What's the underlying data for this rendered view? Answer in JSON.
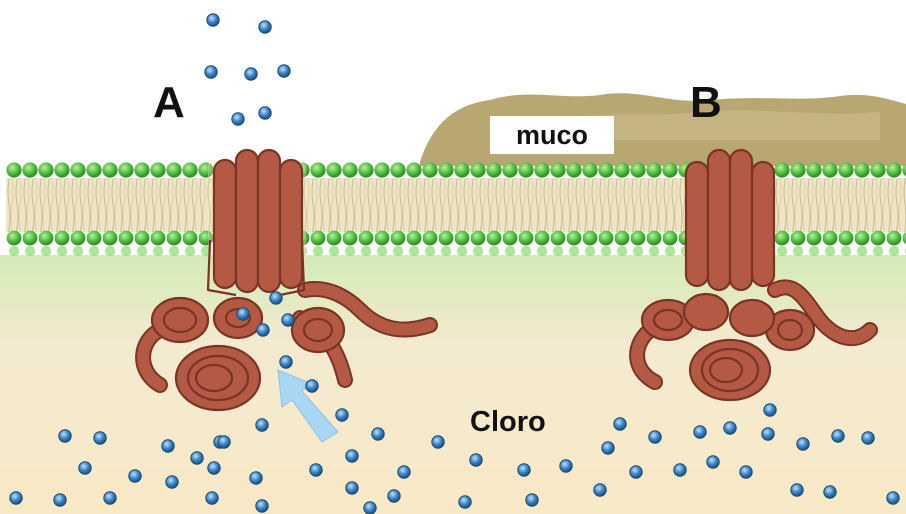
{
  "labels": {
    "channel_a": "A",
    "channel_b": "B",
    "mucus": "muco",
    "chloride": "Cloro"
  },
  "colors": {
    "membrane_head": "#4cbc3c",
    "membrane_head_light": "#8fdc6a",
    "membrane_tail": "#d6c89c",
    "mucus": "#b9a772",
    "cytoplasm": "#f8e9c6",
    "protein": "#b45a44",
    "protein_dark": "#7a3424",
    "ion": "#3a86c8",
    "arrow": "#a9d6f2"
  },
  "icons": [
    "chloride-ion-icon",
    "cftr-channel-icon",
    "flow-arrow-icon"
  ]
}
